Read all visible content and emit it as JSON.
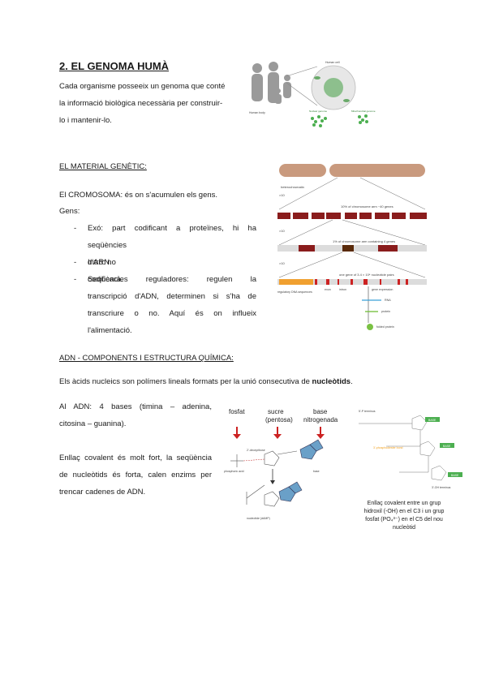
{
  "title": "2. EL GENOMA HUMÀ",
  "intro": {
    "line1": "Cada organisme posseeix un genoma que conté",
    "line2": "la informació biològica necessària per construir-",
    "line3": "lo i mantenir-lo."
  },
  "section1": {
    "heading": "EL MATERIAL GENÈTIC:",
    "chromosome": "El CROMOSOMA: és on s'acumulen els gens.",
    "gens_label": "Gens:",
    "items": [
      {
        "dash": "-",
        "lines": [
          "Exó: part codificant a proteïnes, hi ha",
          "seqüències d'ARN."
        ]
      },
      {
        "dash": "-",
        "lines": [
          "Intró: no codificarà."
        ]
      },
      {
        "dash": "-",
        "lines": [
          "Seqüències reguladores: regulen la",
          "transcripció d'ADN, determinen si s'ha de",
          "transcriure o no. Aquí és on influeix",
          "l'alimentació."
        ]
      }
    ]
  },
  "section2": {
    "heading": "ADN - COMPONENTS I ESTRUCTURA QUÍMICA:",
    "sentence_pre": "Els àcids nucleics son polímers lineals formats per la unió consecutiva de ",
    "sentence_bold": "nucleòtids",
    "sentence_post": ".",
    "bases_line1": "Al ADN: 4 bases (timina – adenina,",
    "bases_line2": "citosina – guanina).",
    "bond_line1": "Enllaç covalent és molt fort, la seqüència",
    "bond_line2": "de nucleòtids és forta, calen enzims per",
    "bond_line3": "trencar cadenes de ADN."
  },
  "figure_genome": {
    "human_cell": "Human cell",
    "human_body": "Human body",
    "nuclear_genome": "Nuclear genome",
    "mito_genome": "Mitochondrial genome"
  },
  "figure_chromosome": {
    "heterochromatin": "heterochromatin",
    "x10": "×10",
    "arm40": "10% of chromosome arm ~40 genes",
    "arm4": "1% of chromosome arm containing 4 genes",
    "onegene": "one gene of 3.4 × 10⁴ nucleotide pairs",
    "regulatory": "regulatory DNA sequences",
    "exon": "exon",
    "intron": "intron",
    "gene_expression": "gene expression",
    "rna": "RNA",
    "protein": "protein",
    "folded_protein": "folded protein"
  },
  "figure_nucleotide": {
    "fosfat": "fosfat",
    "sucre": "sucre",
    "pentosa": "(pentosa)",
    "base": "base",
    "nitrogenada": "nitrogenada",
    "phosphoric_acid": "phosphoric acid",
    "deoxyribose": "2'-deoxyribose",
    "base_label": "base",
    "nucleotide": "nucleotide (dAMP)",
    "terminus5": "5'-P terminus",
    "terminus3": "3'-OH terminus",
    "phosphodiester": "3'-phosphodiester bond",
    "base_tag": "BASE",
    "caption": [
      "Enllaç covalent entre un grup",
      "hidroxil (-OH) en el C3 i un grup",
      "fosfat (PO₄³⁻) en el C5 del nou",
      "nucleòtid"
    ]
  }
}
